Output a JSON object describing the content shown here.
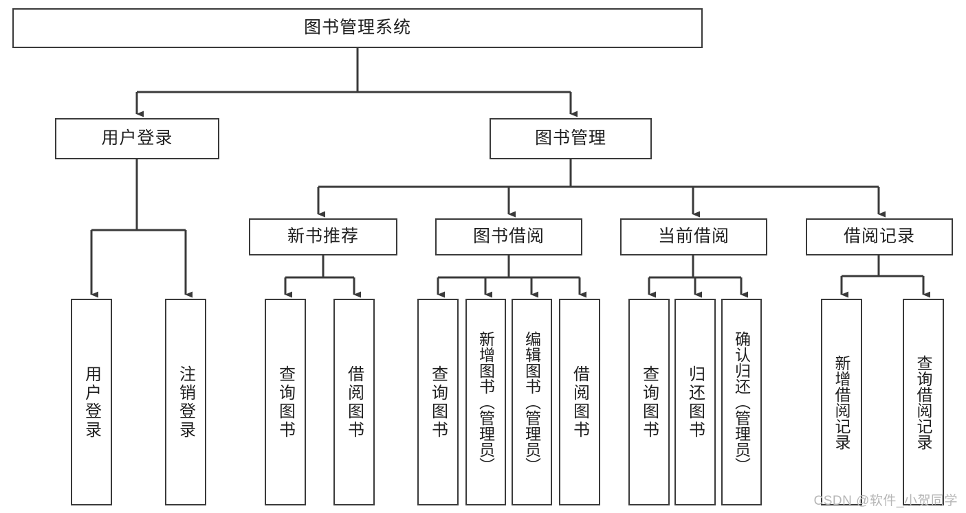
{
  "diagram": {
    "title": "图书管理系统",
    "type": "tree",
    "watermark": "CSDN @软件_小贺同学",
    "colors": {
      "box_border": "#3a3a3a",
      "box_fill": "#ffffff",
      "connector": "#3a3a3a",
      "text": "#1f1f1f",
      "watermark": "#b6b6b6",
      "background": "#ffffff"
    },
    "root": {
      "label": "图书管理系统"
    },
    "level2": [
      {
        "label": "用户登录"
      },
      {
        "label": "图书管理"
      }
    ],
    "level3": [
      {
        "label": "新书推荐"
      },
      {
        "label": "图书借阅"
      },
      {
        "label": "当前借阅"
      },
      {
        "label": "借阅记录"
      }
    ],
    "leaves": {
      "user_login": [
        {
          "label": "用户登录"
        },
        {
          "label": "注销登录"
        }
      ],
      "new_book_recommend": [
        {
          "label": "查询图书"
        },
        {
          "label": "借阅图书"
        }
      ],
      "book_borrow": [
        {
          "label": "查询图书"
        },
        {
          "label": "新增图书（管理员）"
        },
        {
          "label": "编辑图书（管理员）"
        },
        {
          "label": "借阅图书"
        }
      ],
      "current_borrow": [
        {
          "label": "查询图书"
        },
        {
          "label": "归还图书"
        },
        {
          "label": "确认归还（管理员）"
        }
      ],
      "borrow_record": [
        {
          "label": "新增借阅记录"
        },
        {
          "label": "查询借阅记录"
        }
      ]
    }
  }
}
